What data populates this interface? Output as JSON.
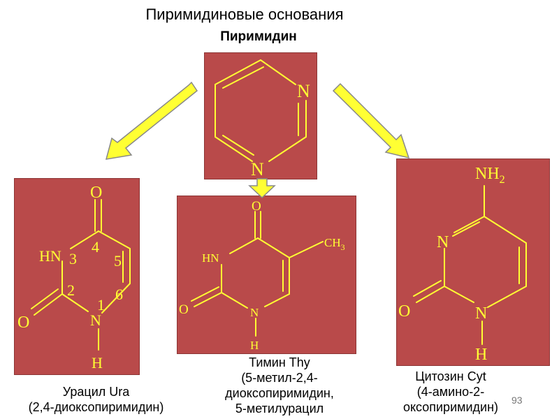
{
  "header": {
    "title": "Пиримидиновые основания",
    "subtitle": "Пиримидин"
  },
  "colors": {
    "panel": "#b94a4a",
    "atom": "#ffff33",
    "arrow_fill": "#ffff33",
    "arrow_stroke": "#888888"
  },
  "pyrimidine": {
    "atoms": {
      "n1": "N",
      "n3": "N"
    }
  },
  "uracil": {
    "atoms": {
      "o_top": "O",
      "hn": "HN",
      "n_bottom": "N",
      "h": "H",
      "o_left": "O"
    },
    "numbers": {
      "n1": "1",
      "n2": "2",
      "n3": "3",
      "n4": "4",
      "n5": "5",
      "n6": "6"
    },
    "caption": {
      "line1": "Урацил Ura",
      "line2": "(2,4-диоксопиримидин)"
    }
  },
  "thymine": {
    "atoms": {
      "o_top": "O",
      "hn": "HN",
      "ch3": "CH",
      "ch3_sub": "3",
      "n_bottom": "N",
      "h": "H",
      "o_left": "O"
    },
    "caption": {
      "line1": "Тимин Thy",
      "line2": "(5-метил-2,4-",
      "line3": "диоксопиримидин,",
      "line4": "5-метилурацил"
    }
  },
  "cytosine": {
    "atoms": {
      "nh": "NH",
      "nh_sub": "2",
      "n_left": "N",
      "o_left": "O",
      "n_bottom": "N",
      "h": "H"
    },
    "caption": {
      "line1": "Цитозин Cyt",
      "line2": "(4-амино-2-",
      "line3": "оксопиримидин)"
    }
  },
  "page": {
    "number": "93"
  }
}
